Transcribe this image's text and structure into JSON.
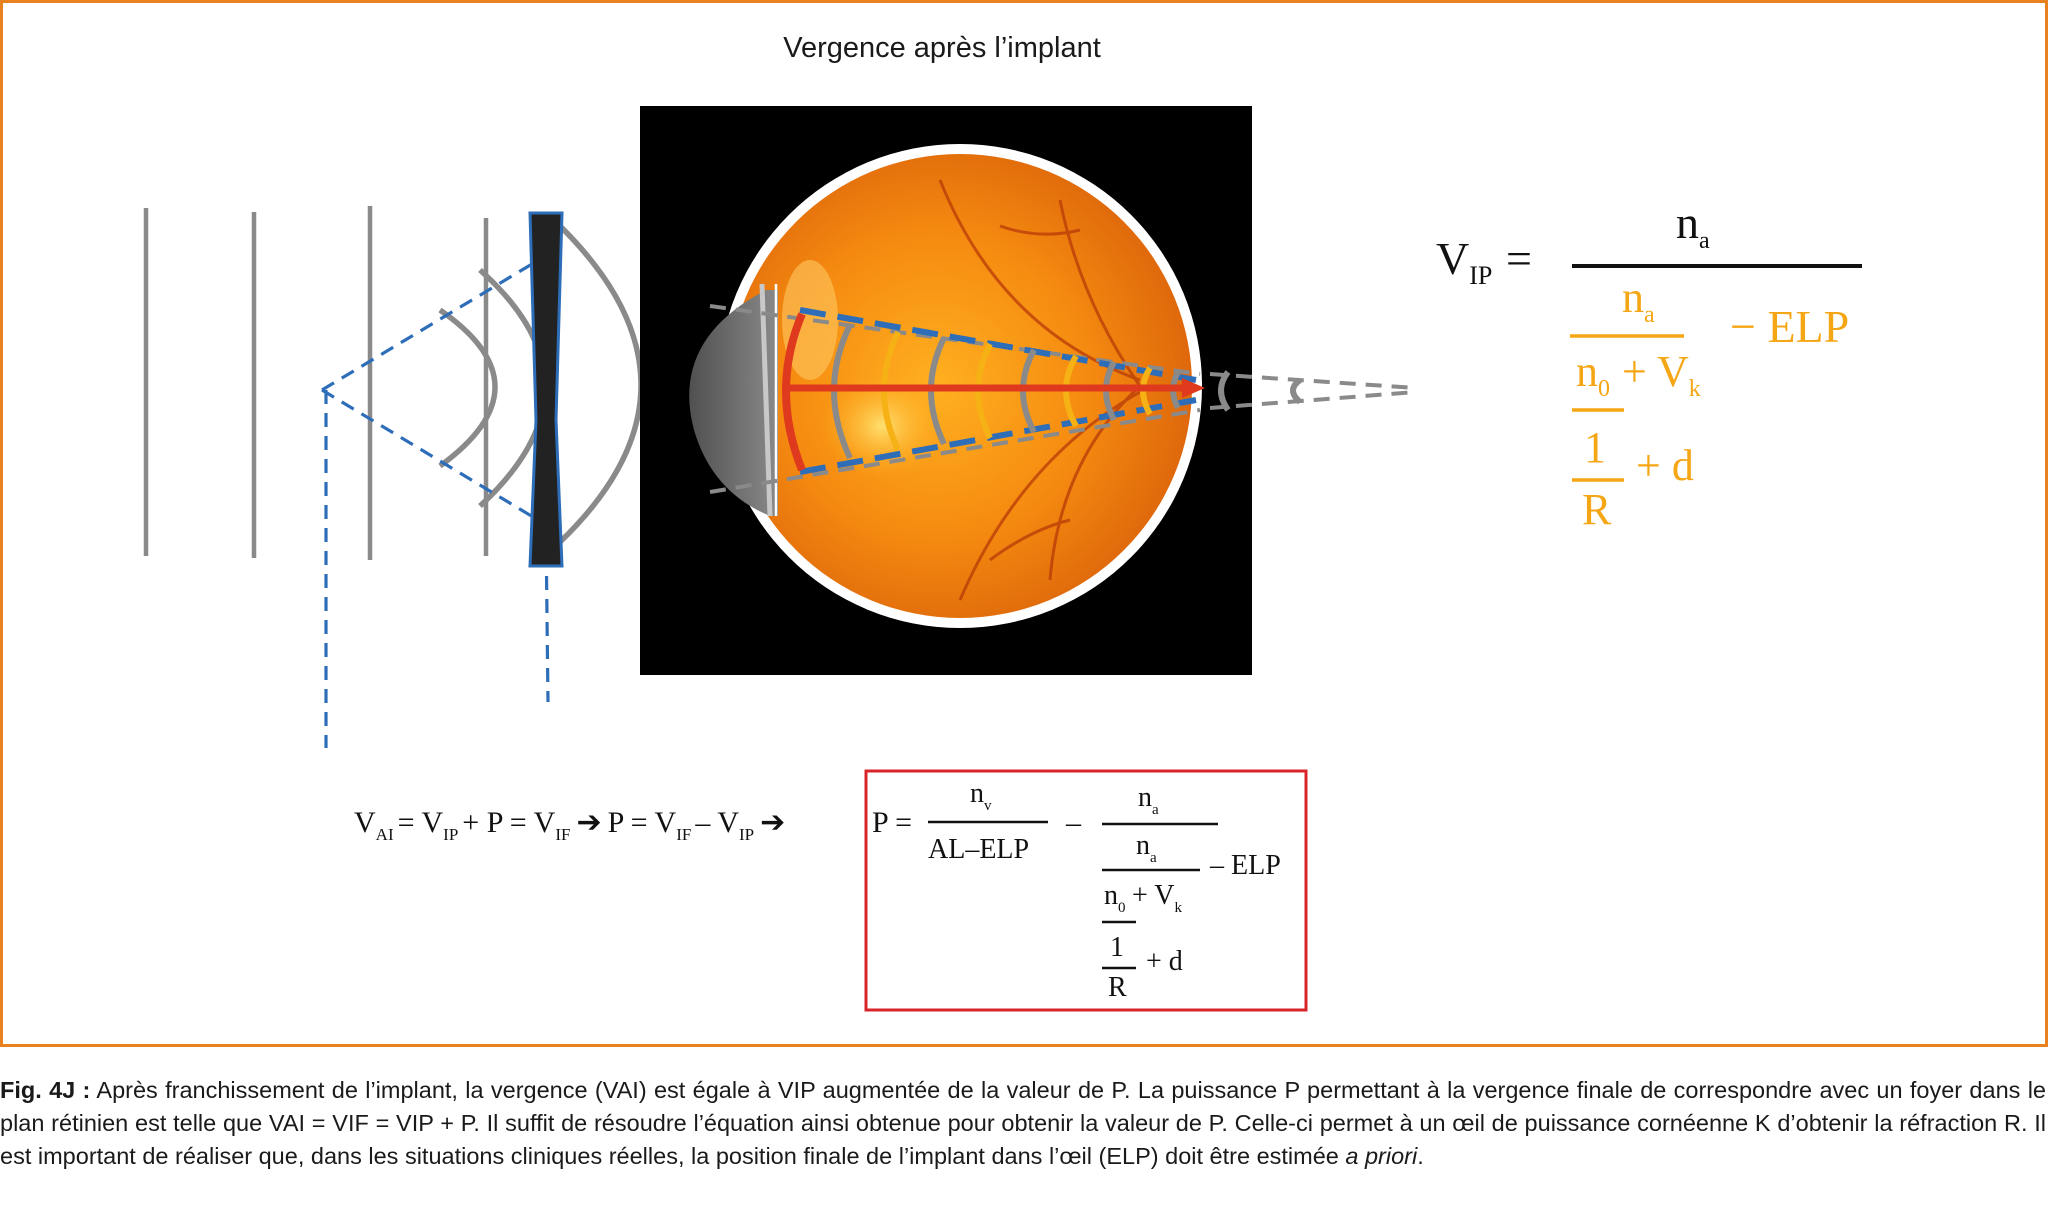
{
  "colors": {
    "frame": "#E8821E",
    "wave_gray": "#8A8A8A",
    "dashed_blue": "#2E6DB8",
    "implant_dark": "#222222",
    "implant_outline": "#2E6DB8",
    "ray_red": "#E03A1E",
    "wave_yellow": "#F6B114",
    "formula_orange": "#F5A614",
    "box_red": "#D9242A",
    "text_dark": "#1a1a1a"
  },
  "title": "Vergence après l’implant",
  "formula_main": {
    "lhs": "V",
    "lhs_sub": "IP",
    "equals": "=",
    "numerator": "n",
    "numerator_sub": "a",
    "inner_numerator": "n",
    "inner_numerator_sub": "a",
    "minus_elp": "− ELP",
    "inner_denominator_a": "n",
    "inner_denominator_a_sub": "0",
    "inner_denominator_b": "+ V",
    "inner_denominator_b_sub": "k",
    "fraction_one": "1",
    "fraction_r": "R",
    "plus_d": "+ d"
  },
  "equation_chain": {
    "v1": "V",
    "v1_sub": "AI",
    "t1": "= V",
    "t1_sub": "IP",
    "t2": "+ P = V",
    "t2_sub": "IF",
    "arrow1": "➔",
    "t3": "P = V",
    "t3_sub": "IF",
    "t4": "– V",
    "t4_sub": "IP",
    "arrow2": "➔"
  },
  "boxed_formula": {
    "p_equals": "P =",
    "num1": "n",
    "num1_sub": "v",
    "den1": "AL–ELP",
    "minus": "–",
    "num2": "n",
    "num2_sub": "a",
    "inner_num": "n",
    "inner_num_sub": "a",
    "minus_elp": "– ELP",
    "inner_den_a": "n",
    "inner_den_a_sub": "0",
    "inner_den_b": "+ V",
    "inner_den_b_sub": "k",
    "one": "1",
    "r": "R",
    "plus_d": "+ d"
  },
  "caption": {
    "label": "Fig. 4J :",
    "text": " Après franchissement de l’implant, la vergence (VAI) est égale à VIP augmentée de la valeur de P. La puissance P permettant à la vergence finale de correspondre avec un foyer dans le plan rétinien est telle que VAI = VIF = VIP + P.  Il suffit de résoudre l’équation ainsi obtenue pour obtenir la valeur de P. Celle-ci permet à un œil de puissance cornéenne K d’obtenir la réfraction R. Il est important de réaliser que, dans les situations cliniques réelles, la position finale de l’implant dans l’œil (ELP) doit être estimée ",
    "italic": "a priori",
    "end": "."
  }
}
